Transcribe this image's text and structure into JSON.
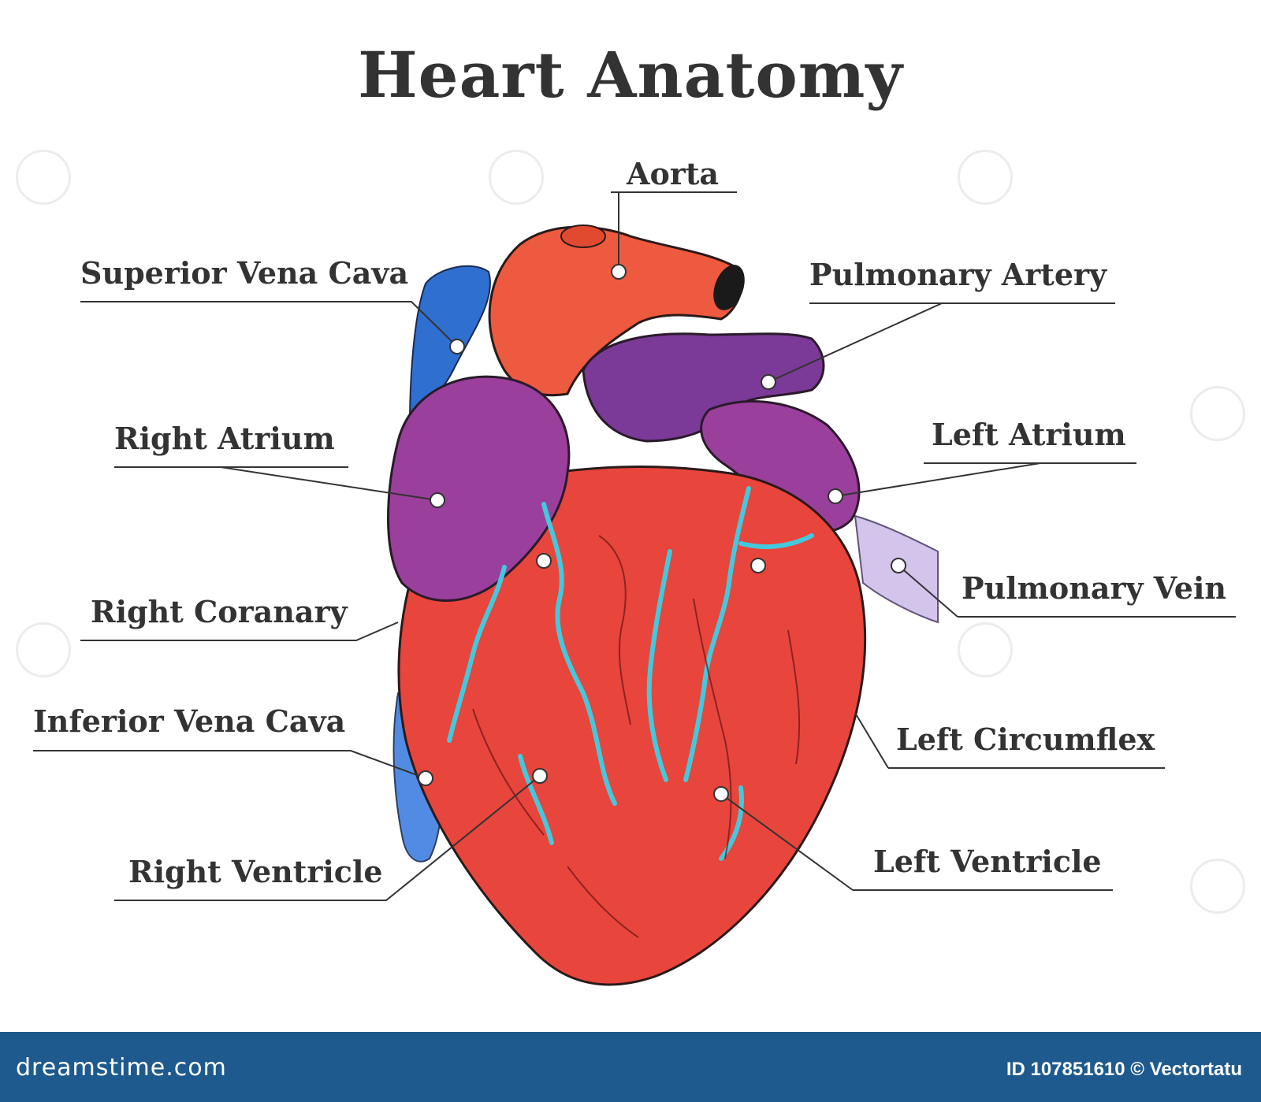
{
  "title": "Heart Anatomy",
  "labels": {
    "aorta": "Aorta",
    "superior_vena_cava": "Superior Vena Cava",
    "pulmonary_artery": "Pulmonary Artery",
    "right_atrium": "Right Atrium",
    "left_atrium": "Left Atrium",
    "pulmonary_vein": "Pulmonary Vein",
    "right_coronary": "Right Coranary",
    "inferior_vena_cava": "Inferior Vena Cava",
    "left_circumflex": "Left Circumflex",
    "right_ventricle": "Right Ventricle",
    "left_ventricle": "Left Ventricle"
  },
  "footer": {
    "logo": "dreamstime.com",
    "id_text": "ID 107851610 © Vectortatu"
  },
  "colors": {
    "ventricle": "#e8453c",
    "aorta": "#ee5a3f",
    "atrium": "#9b3f9c",
    "pulmonary_artery": "#7b3a97",
    "vena_cava": "#2f6fd0",
    "vessels": "#43c9dd",
    "footer": "#1e5a8e"
  }
}
